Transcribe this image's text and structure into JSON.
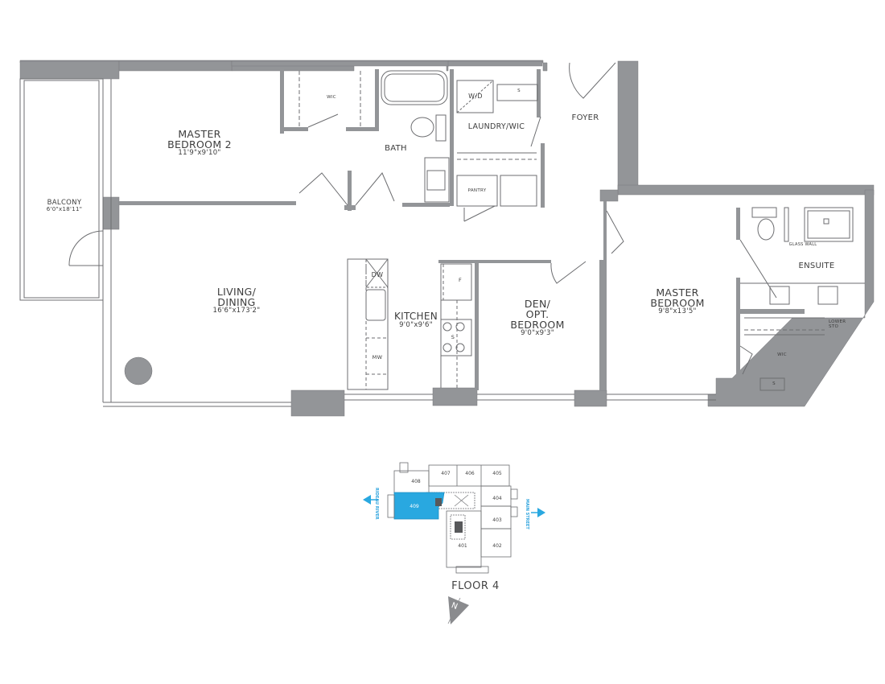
{
  "colors": {
    "wall": "#939598",
    "line": "#6d6e71",
    "highlight": "#29a8e0",
    "background": "#ffffff"
  },
  "rooms": {
    "master_bedroom_2": {
      "name_line1": "MASTER",
      "name_line2": "BEDROOM 2",
      "dimensions": "11'9\"x9'10\""
    },
    "balcony": {
      "name": "BALCONY",
      "dimensions": "6'0\"x18'11\""
    },
    "living_dining": {
      "name_line1": "LIVING/",
      "name_line2": "DINING",
      "dimensions": "16'6\"x173'2\""
    },
    "kitchen": {
      "name": "KITCHEN",
      "dimensions": "9'0\"x9'6\""
    },
    "den": {
      "name_line1": "DEN/",
      "name_line2": "OPT.",
      "name_line3": "BEDROOM",
      "dimensions": "9'0\"x9'3\""
    },
    "master_bedroom": {
      "name_line1": "MASTER",
      "name_line2": "BEDROOM",
      "dimensions": "9'8\"x13'5\""
    },
    "bath": {
      "name": "BATH"
    },
    "laundry": {
      "name": "LAUNDRY/WIC"
    },
    "foyer": {
      "name": "FOYER"
    },
    "ensuite": {
      "name": "ENSUITE"
    },
    "wic_1": {
      "name": "WIC"
    },
    "wic_2": {
      "name": "WIC"
    },
    "pantry": {
      "name": "PANTRY"
    }
  },
  "fixtures": {
    "washer_dryer": "W/D",
    "shelf_laundry": "S",
    "dishwasher": "DW",
    "microwave": "MW",
    "fridge": "F",
    "stove": "S",
    "glass_wall": "GLASS WALL",
    "lower_sto_line1": "LOWER",
    "lower_sto_line2": "STO",
    "shelf_wic": "S"
  },
  "key_plan": {
    "title": "FLOOR 4",
    "selected_unit": "409",
    "units": [
      "401",
      "402",
      "403",
      "404",
      "405",
      "406",
      "407",
      "408",
      "409"
    ],
    "west_label": "RIDEAU RIVER",
    "east_label": "MAIN STREET",
    "compass": "N"
  }
}
